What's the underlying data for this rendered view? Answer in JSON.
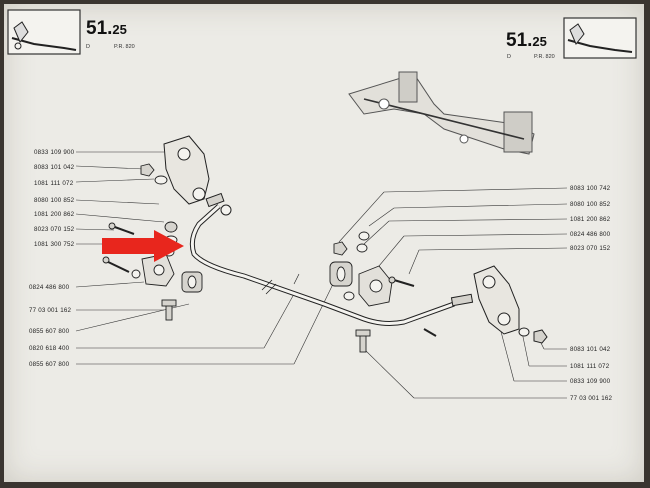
{
  "header": {
    "left_page_number": "51.",
    "left_page_sub": "25",
    "left_small_d": "D",
    "left_small_code": "P.R. 820",
    "right_page_number": "51.",
    "right_page_sub": "25",
    "right_small_d": "D",
    "right_small_code": "P.R. 820"
  },
  "left_labels": [
    "0833 109 900",
    "8083 101 042",
    "1081 111 072",
    "8080 100 852",
    "1081 200 862",
    "8023 070 152",
    "1081 300 752",
    "0824 486 800",
    "77 03 001 162",
    "0855 607 800",
    "0820 618 400",
    "0855 607 800"
  ],
  "right_labels": [
    "8083 100 742",
    "8080 100 852",
    "1081 200 862",
    "0824 486 800",
    "8023 070 152",
    "8083 101 042",
    "1081 111 072",
    "0833 109 900",
    "77 03 001 162"
  ],
  "colors": {
    "page": "#ecebe6",
    "ink": "#222222",
    "arrow": "#e8261d"
  }
}
